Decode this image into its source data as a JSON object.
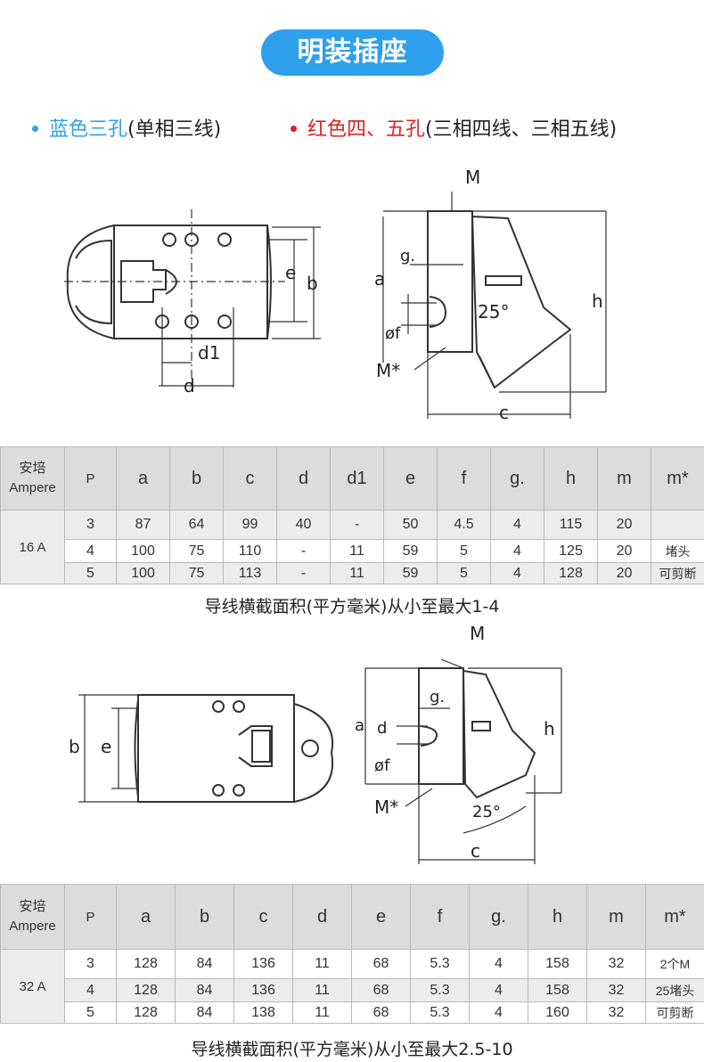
{
  "title": "明装插座",
  "legend": {
    "blue": {
      "highlight": "蓝色三孔",
      "rest": "(单相三线)"
    },
    "red": {
      "highlight": "红色四、五孔",
      "rest": "(三相四线、三相五线)"
    },
    "colors": {
      "blue": "#2fa0ec",
      "red": "#e01f1f"
    }
  },
  "diagram1": {
    "labels": {
      "M": "M",
      "g": "g.",
      "a": "a",
      "f": "øf",
      "angle": "25°",
      "Mstar": "M*",
      "h": "h",
      "c": "c",
      "e": "e",
      "b": "b",
      "d1": "d1",
      "d": "d"
    }
  },
  "diagram2": {
    "labels": {
      "M": "M",
      "g": "g.",
      "a": "a",
      "d": "d",
      "f": "øf",
      "angle": "25°",
      "Mstar": "M*",
      "h": "h",
      "c": "c",
      "e": "e",
      "b": "b"
    }
  },
  "table1": {
    "headers": {
      "ampere": [
        "安培",
        "Ampere"
      ],
      "cols": [
        "P",
        "a",
        "b",
        "c",
        "d",
        "d1",
        "e",
        "f",
        "g.",
        "h",
        "m",
        "m*"
      ]
    },
    "current": "16 A",
    "rows": [
      [
        "3",
        "87",
        "64",
        "99",
        "40",
        "-",
        "50",
        "4.5",
        "4",
        "115",
        "20",
        ""
      ],
      [
        "4",
        "100",
        "75",
        "110",
        "-",
        "11",
        "59",
        "5",
        "4",
        "125",
        "20",
        "堵头"
      ],
      [
        "5",
        "100",
        "75",
        "113",
        "-",
        "11",
        "59",
        "5",
        "4",
        "128",
        "20",
        "可剪断"
      ]
    ],
    "caption": "导线横截面积(平方毫米)从小至最大1-4"
  },
  "table2": {
    "headers": {
      "ampere": [
        "安培",
        "Ampere"
      ],
      "cols": [
        "P",
        "a",
        "b",
        "c",
        "d",
        "e",
        "f",
        "g.",
        "h",
        "m",
        "m*"
      ]
    },
    "current": "32 A",
    "rows": [
      [
        "3",
        "128",
        "84",
        "136",
        "11",
        "68",
        "5.3",
        "4",
        "158",
        "32",
        "2个M"
      ],
      [
        "4",
        "128",
        "84",
        "136",
        "11",
        "68",
        "5.3",
        "4",
        "158",
        "32",
        "25堵头"
      ],
      [
        "5",
        "128",
        "84",
        "138",
        "11",
        "68",
        "5.3",
        "4",
        "160",
        "32",
        "可剪断"
      ]
    ],
    "caption": "导线横截面积(平方毫米)从小至最大2.5-10"
  }
}
